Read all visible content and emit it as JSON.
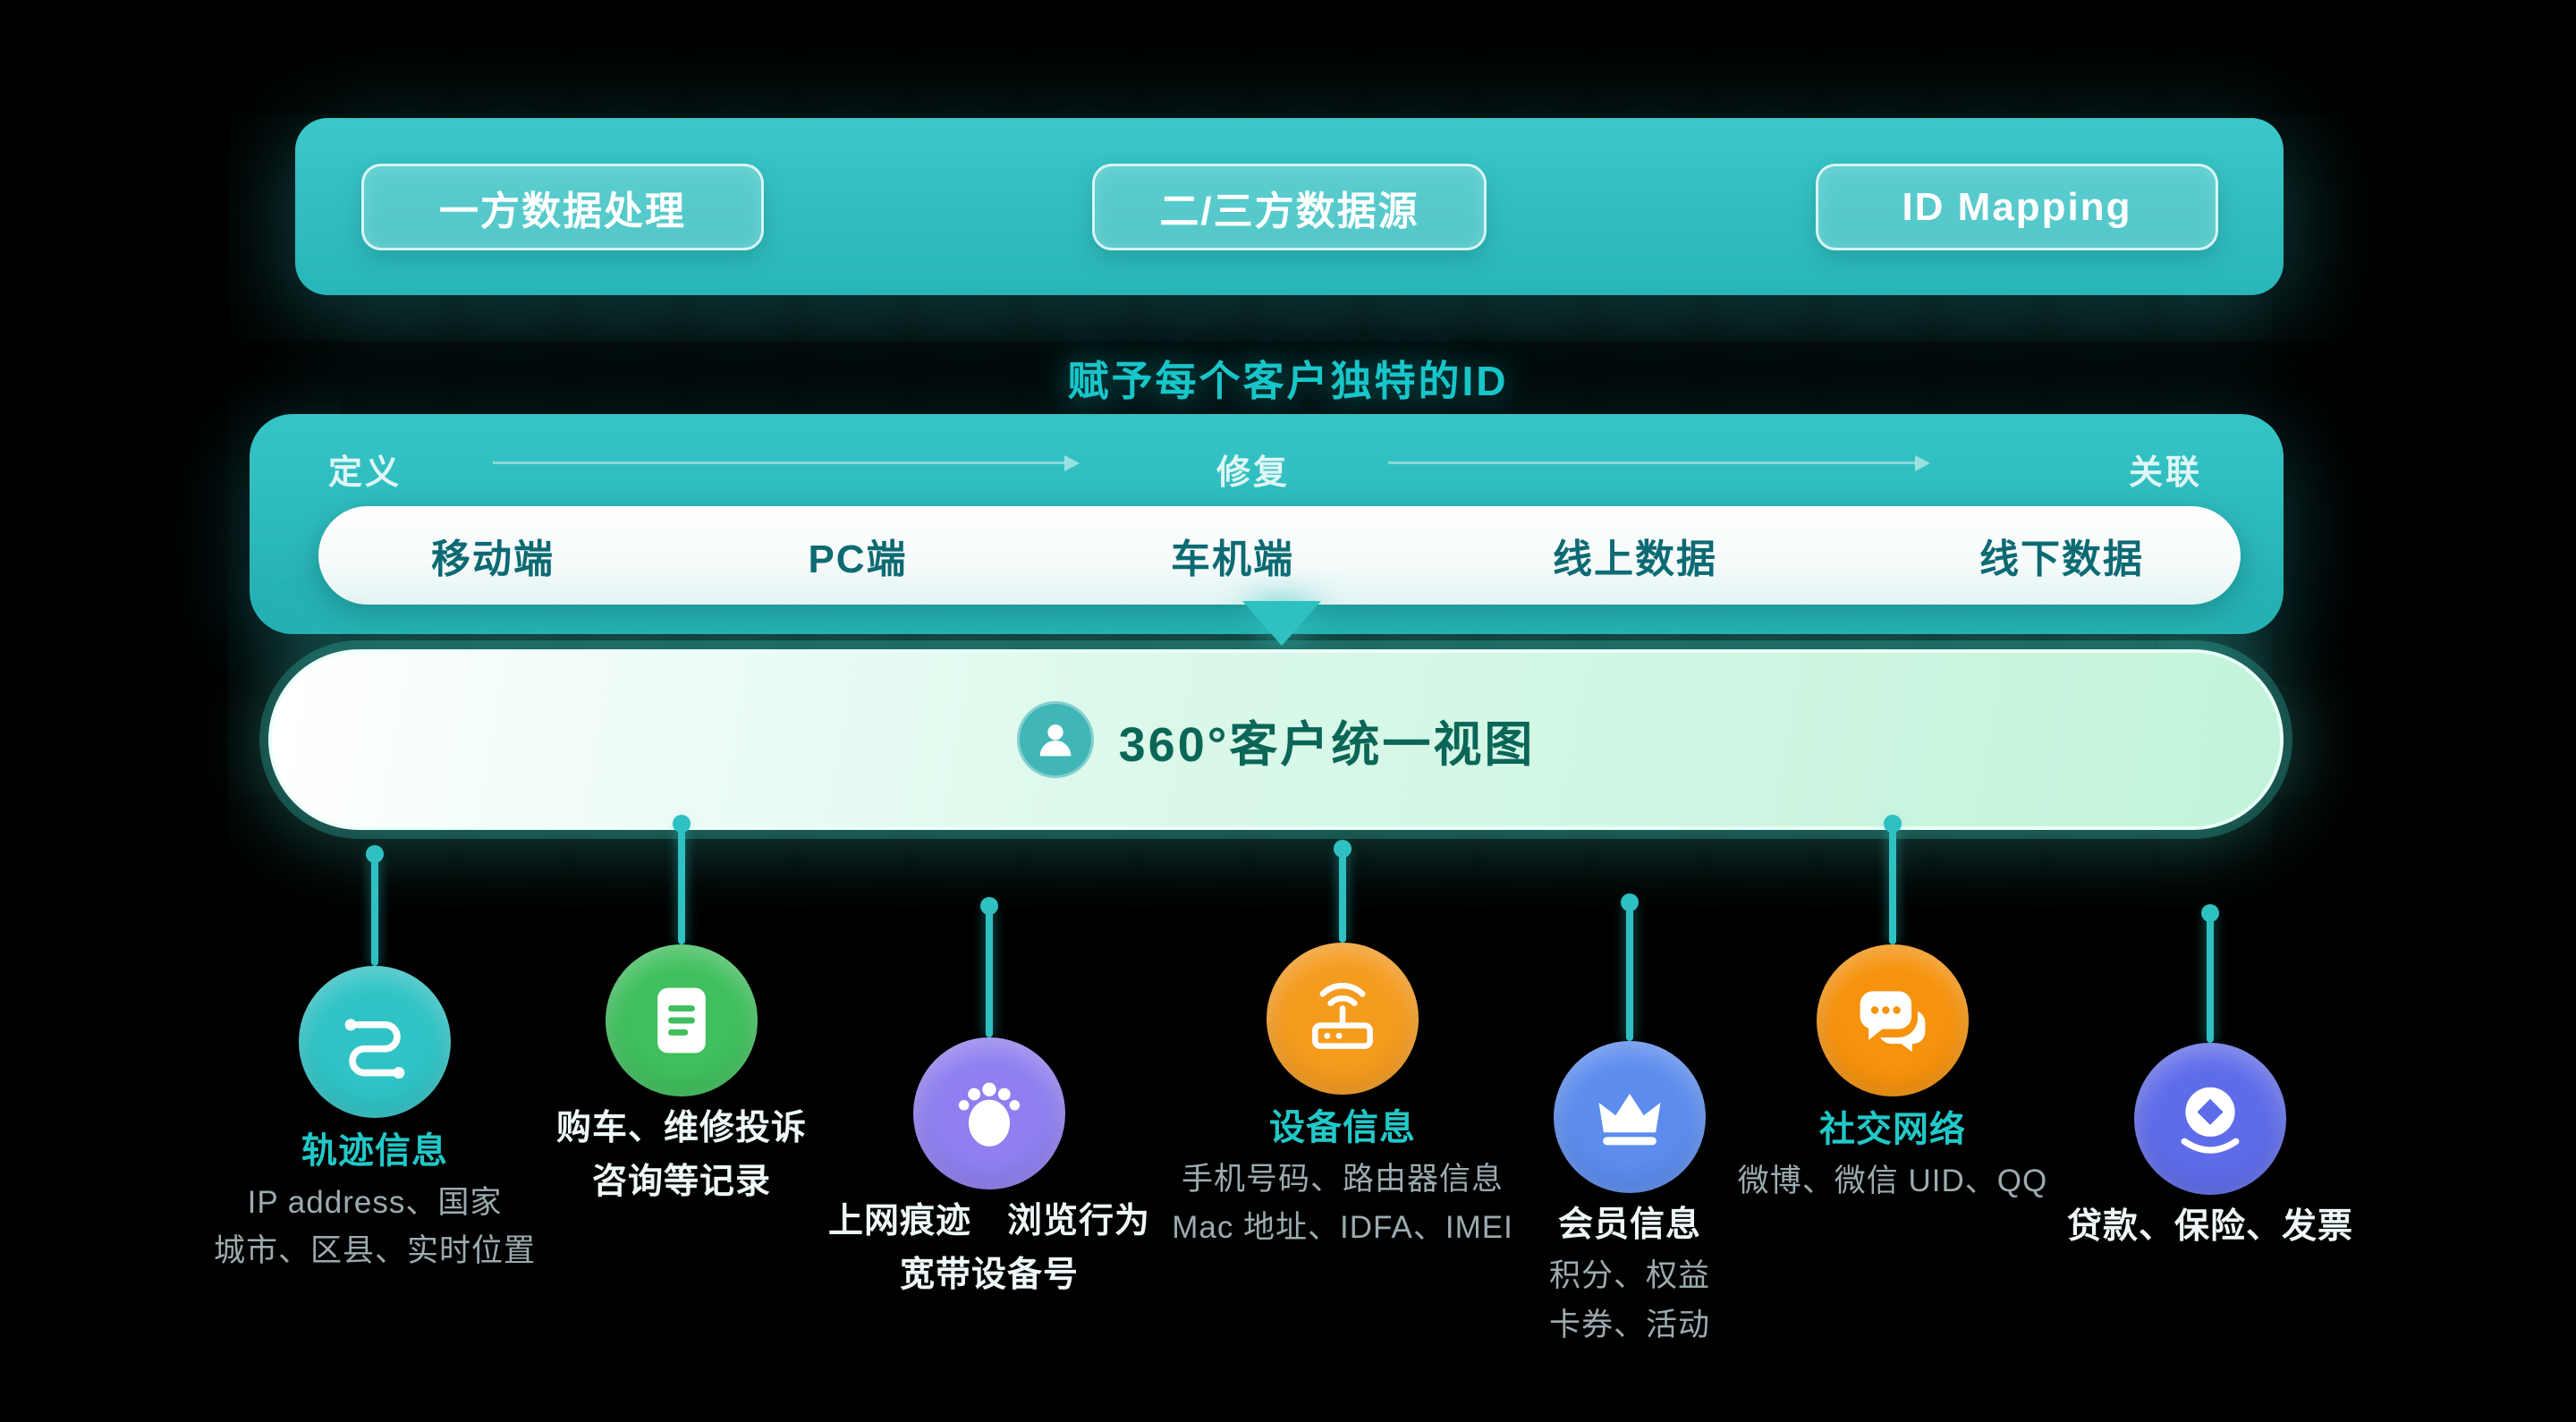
{
  "colors": {
    "accent_teal": "#2ec0c2",
    "mint_bar": "#c9f4e0",
    "background": "#000000"
  },
  "banner": {
    "pills": [
      {
        "label": "一方数据处理"
      },
      {
        "label": "二/三方数据源"
      },
      {
        "label": "ID Mapping"
      }
    ]
  },
  "headline": "赋予每个客户独特的ID",
  "pipeline": {
    "steps": [
      {
        "label": "定义"
      },
      {
        "label": "修复"
      },
      {
        "label": "关联"
      }
    ],
    "channels": [
      {
        "label": "移动端"
      },
      {
        "label": "PC端"
      },
      {
        "label": "车机端"
      },
      {
        "label": "线上数据"
      },
      {
        "label": "线下数据"
      }
    ]
  },
  "unified_view": {
    "icon": "person-icon",
    "label": "360°客户统一视图"
  },
  "sources": [
    {
      "icon": "route-icon",
      "circle_color": "#2fc3c5",
      "lines": [
        {
          "text": "轨迹信息",
          "style": "accent"
        },
        {
          "text": "IP address、国家",
          "style": "muted"
        },
        {
          "text": "城市、区县、实时位置",
          "style": "muted"
        }
      ]
    },
    {
      "icon": "document-icon",
      "circle_color": "#3fbf5d",
      "lines": [
        {
          "text": "购车、维修投诉",
          "style": "white"
        },
        {
          "text": "咨询等记录",
          "style": "white"
        }
      ]
    },
    {
      "icon": "footprint-icon",
      "circle_color": "#8f7ff0",
      "lines": [
        {
          "text": "上网痕迹　浏览行为",
          "style": "white"
        },
        {
          "text": "宽带设备号",
          "style": "white"
        }
      ]
    },
    {
      "icon": "router-icon",
      "circle_color": "#f59b1e",
      "lines": [
        {
          "text": "设备信息",
          "style": "accent"
        },
        {
          "text": "手机号码、路由器信息",
          "style": "muted"
        },
        {
          "text": "Mac 地址、IDFA、IMEI",
          "style": "muted"
        }
      ]
    },
    {
      "icon": "crown-icon",
      "circle_color": "#5b8cee",
      "lines": [
        {
          "text": "会员信息",
          "style": "white"
        },
        {
          "text": "积分、权益",
          "style": "muted"
        },
        {
          "text": "卡券、活动",
          "style": "muted"
        }
      ]
    },
    {
      "icon": "chat-icon",
      "circle_color": "#f6920c",
      "lines": [
        {
          "text": "社交网络",
          "style": "accent"
        },
        {
          "text": "微博、微信 UID、QQ",
          "style": "muted"
        }
      ]
    },
    {
      "icon": "gem-icon",
      "circle_color": "#5f6cea",
      "lines": [
        {
          "text": "贷款、保险、发票",
          "style": "white"
        }
      ]
    }
  ]
}
